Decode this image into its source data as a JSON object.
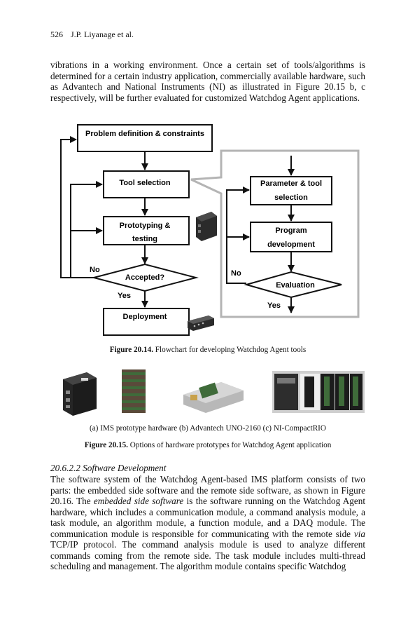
{
  "running_head": {
    "page_number": "526",
    "authors": "J.P. Liyanage et al."
  },
  "paragraph_1": "vibrations in a working environment. Once a certain set of tools/algorithms is determined for a certain industry application, commercially available hardware, such as Advantech and National Instruments (NI) as illustrated in Figure 20.15 b, c respectively, will be further evaluated for customized Watchdog Agent applications.",
  "flowchart": {
    "problem_box": "Problem definition & constraints",
    "tool_selection": "Tool selection",
    "prototyping_line1": "Prototyping &",
    "prototyping_line2": "testing",
    "accepted": "Accepted?",
    "no_left": "No",
    "yes_left": "Yes",
    "deployment": "Deployment",
    "param_line1": "Parameter & tool",
    "param_line2": "selection",
    "program_line1": "Program",
    "program_line2": "development",
    "evaluation": "Evaluation",
    "no_right": "No",
    "yes_right": "Yes"
  },
  "figure_20_14": {
    "label": "Figure 20.14.",
    "text": " Flowchart for developing Watchdog Agent tools"
  },
  "figure_20_15": {
    "subcaption": "(a) IMS prototype hardware (b) Advantech UNO-2160 (c) NI-CompactRIO",
    "label": "Figure 20.15.",
    "text": " Options of hardware prototypes for Watchdog Agent application"
  },
  "section_heading": "20.6.2.2 Software Development",
  "paragraph_2": {
    "s1": "The software system of the Watchdog Agent-based IMS platform consists of two parts: the embedded side software and the remote side software, as shown in Figure 20.16. The ",
    "s1_italic": "embedded side software",
    "s2": " is the software running on the Watchdog Agent hardware, which includes a communication module, a command analysis module, a task module, an algorithm module, a function module, and a DAQ module. The communication module is responsible for communicating with the remote side ",
    "s2_italic": "via",
    "s3": " TCP/IP protocol. The command analysis module is used to analyze different commands coming from the remote side. The task module includes multi-thread scheduling and management. The algorithm module contains specific Watchdog"
  },
  "colors": {
    "text": "#111111",
    "frame_gray": "#b4b4b4",
    "device_dark": "#2b2b2b",
    "device_silver": "#b8b8b8",
    "board_green": "#3f6b3a"
  }
}
